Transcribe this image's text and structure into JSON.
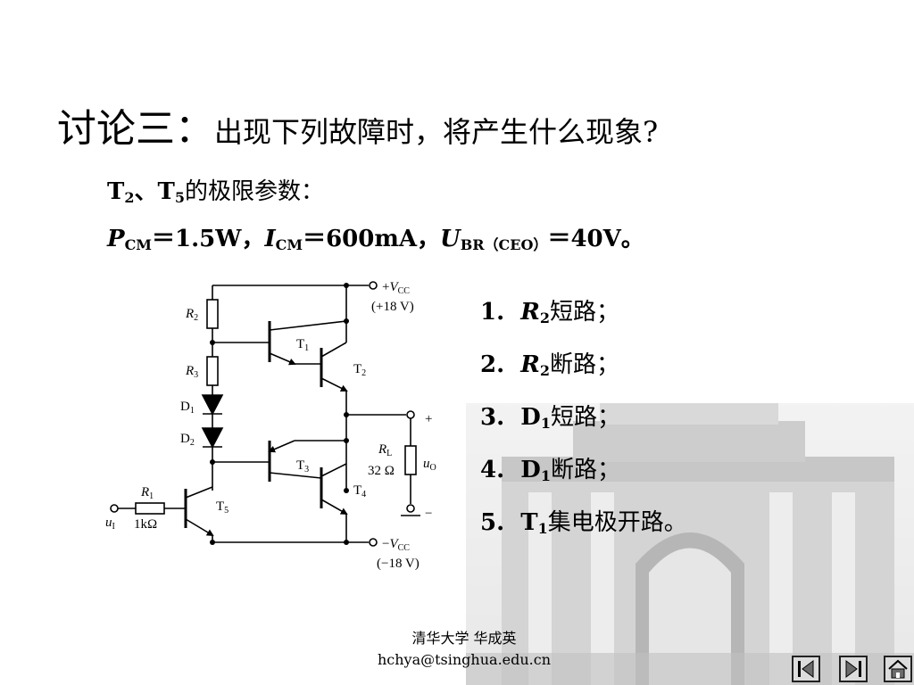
{
  "title": {
    "main": "讨论三：",
    "question": "出现下列故障时，将产生什么现象?"
  },
  "params": {
    "t_label": "T",
    "t2_sub": "2",
    "sep": "、",
    "t5_sub": "5",
    "t_text": "的极限参数：",
    "p_sym": "P",
    "p_sub": "CM",
    "p_val": "＝1.5W，",
    "i_sym": "I",
    "i_sub": "CM",
    "i_val": "＝600mA，",
    "u_sym": "U",
    "u_sub": "BR（CEO）",
    "u_val": "＝40V。"
  },
  "items": [
    {
      "num": "1.",
      "sym": "R",
      "sub": "2",
      "text": "短路；",
      "italic": true
    },
    {
      "num": "2.",
      "sym": "R",
      "sub": "2",
      "text": "断路；",
      "italic": true
    },
    {
      "num": "3.",
      "sym": "D",
      "sub": "1",
      "text": "短路；",
      "italic": false
    },
    {
      "num": "4.",
      "sym": "D",
      "sub": "1",
      "text": "断路；",
      "italic": false
    },
    {
      "num": "5.",
      "sym": "T",
      "sub": "1",
      "text": "集电极开路。",
      "italic": false
    }
  ],
  "circuit": {
    "vcc_pos_sign": "+",
    "vcc_pos_sym": "V",
    "vcc_pos_sub": "CC",
    "vcc_pos_val": "(+18 V)",
    "vcc_neg_sign": "−",
    "vcc_neg_sym": "V",
    "vcc_neg_sub": "CC",
    "vcc_neg_val": "(−18 V)",
    "r2_sym": "R",
    "r2_sub": "2",
    "r3_sym": "R",
    "r3_sub": "3",
    "d1_sym": "D",
    "d1_sub": "1",
    "d2_sym": "D",
    "d2_sub": "2",
    "r1_sym": "R",
    "r1_sub": "1",
    "r1_val": "1kΩ",
    "t1_sym": "T",
    "t1_sub": "1",
    "t2_sym": "T",
    "t2_sub": "2",
    "t3_sym": "T",
    "t3_sub": "3",
    "t4_sym": "T",
    "t4_sub": "4",
    "t5_sym": "T",
    "t5_sub": "5",
    "rl_sym": "R",
    "rl_sub": "L",
    "rl_val": "32 Ω",
    "out_sym": "u",
    "out_sub": "O",
    "in_sym": "u",
    "in_sub": "I",
    "out_plus": "+",
    "out_minus": "−"
  },
  "footer": {
    "line1": "清华大学 华成英",
    "line2": "hchya@tsinghua.edu.cn"
  },
  "nav": {
    "first": "first-slide-icon",
    "last": "last-slide-icon",
    "home": "home-icon"
  }
}
